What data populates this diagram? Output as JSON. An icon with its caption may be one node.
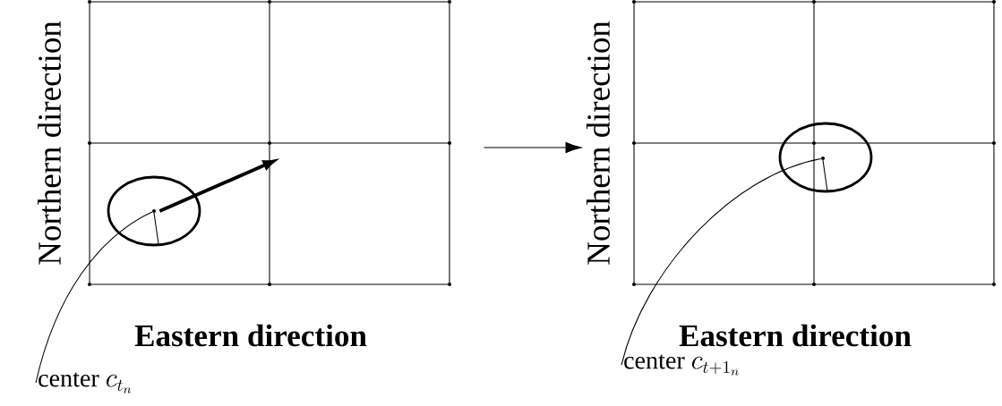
{
  "diagram": {
    "nodes": [
      {
        "text": [],
        "shape": "box"
      },
      {
        "text": [],
        "shape": "circle",
        "in": 0
      },
      {
        "text": [],
        "shape": "circle",
        "in": 1
      },
      {
        "text": [
          "center",
          "c_{t_n}"
        ]
      },
      {
        "text": [],
        "shape": "box"
      },
      {
        "text": [],
        "shape": "circle",
        "in": 4
      },
      {
        "text": [],
        "shape": "circle",
        "in": 5
      },
      {
        "text": [
          "center",
          "c_{t+1_n}"
        ]
      }
    ],
    "edges": [
      {
        "from": 3,
        "to": 2,
        "arrow": "none"
      },
      {
        "from": 0,
        "to": 4,
        "arrow": "to"
      },
      {
        "from": 7,
        "to": 6,
        "arrow": "none"
      },
      {
        "from": 2,
        "to": null,
        "arrow": "to",
        "style": "thick"
      }
    ],
    "labels": [
      "Northern direction",
      "Eastern direction",
      "Northern direction",
      "Eastern direction"
    ]
  }
}
